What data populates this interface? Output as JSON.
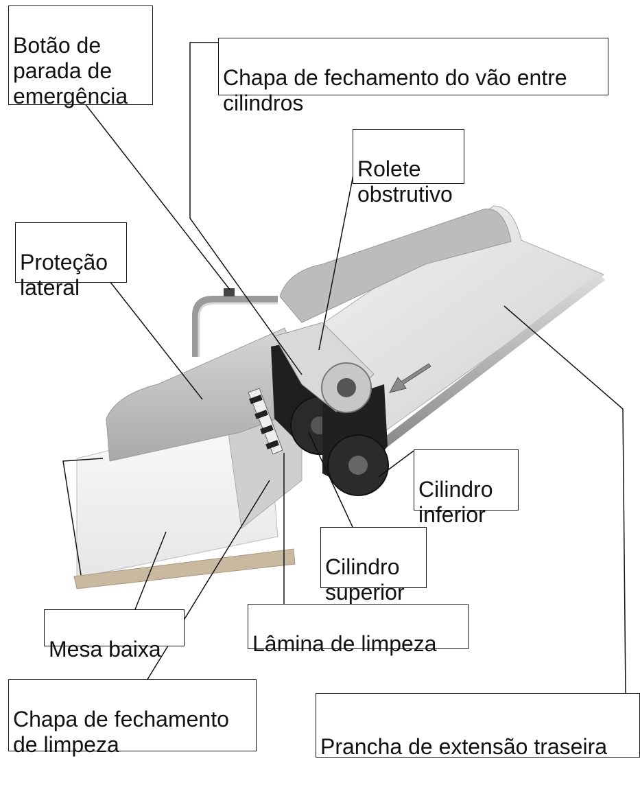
{
  "labels": {
    "botao": "Botão de\nparada de\nemergência",
    "chapa_vao": "Chapa de fechamento do vão entre\ncilindros",
    "rolete": "Rolete\nobstrutivo",
    "protecao": "Proteção\nlateral",
    "cilindro_inferior": "Cilindro\ninferior",
    "cilindro_superior": "Cilindro\nsuperior",
    "mesa": "Mesa baixa",
    "lamina": "Lâmina de limpeza",
    "chapa_limpeza": "Chapa de fechamento\nde limpeza",
    "prancha": "Prancha de extensão traseira"
  },
  "colors": {
    "line": "#111111",
    "metal_light": "#e6e6e6",
    "metal_mid": "#bdbdbd",
    "roller_dark": "#1a1a1a"
  }
}
